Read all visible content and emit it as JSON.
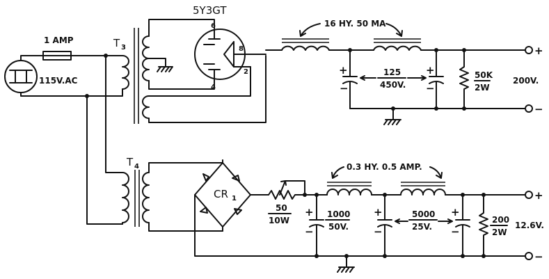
{
  "fuse": {
    "rating": "1 AMP"
  },
  "source": {
    "voltage": "115V.AC"
  },
  "rectifier_tube": {
    "name": "5Y3GT",
    "pin_6": "6",
    "pin_8": "8",
    "pin_4": "4",
    "pin_2": "2"
  },
  "transformers": {
    "t3": "T",
    "t3_sub": "3",
    "t4": "T",
    "t4_sub": "4"
  },
  "hv_supply": {
    "choke_label": "16 HY. 50 MA",
    "cap_value": "125",
    "cap_voltage": "450V.",
    "resistor_value": "50K",
    "resistor_power": "2W",
    "output_voltage": "200V."
  },
  "lv_supply": {
    "bridge": "CR",
    "bridge_sub": "1",
    "pot_value": "50",
    "pot_power": "10W",
    "choke_label": "0.3 HY.  0.5 AMP.",
    "cap1_value": "1000",
    "cap1_voltage": "50V.",
    "cap2_value": "5000",
    "cap2_voltage": "25V.",
    "resistor_value": "200",
    "resistor_power": "2W",
    "output_voltage": "12.6V."
  },
  "symbols": {
    "plus": "+",
    "minus": "−"
  },
  "icons": [
    "fuse-icon",
    "ground-icon",
    "capacitor-icon",
    "resistor-icon",
    "inductor-icon",
    "diode-icon",
    "tube-icon",
    "transformer-icon"
  ]
}
